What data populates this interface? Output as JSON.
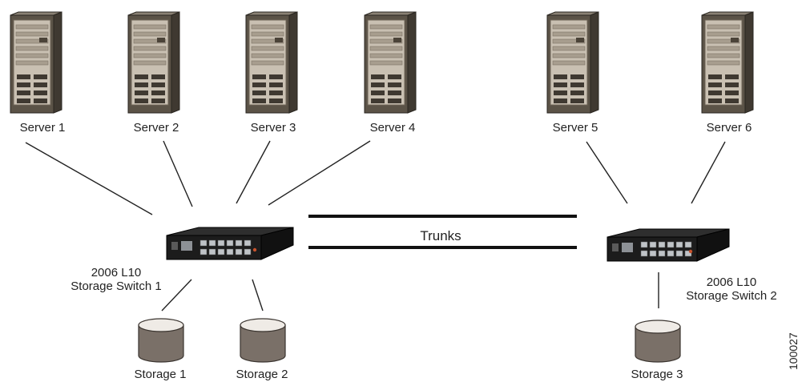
{
  "servers": [
    {
      "label": "Server 1"
    },
    {
      "label": "Server 2"
    },
    {
      "label": "Server 3"
    },
    {
      "label": "Server 4"
    },
    {
      "label": "Server 5"
    },
    {
      "label": "Server 6"
    }
  ],
  "switches": [
    {
      "label": "2006 L10\nStorage Switch 1"
    },
    {
      "label": "2006 L10\nStorage Switch 2"
    }
  ],
  "storage": [
    {
      "label": "Storage 1"
    },
    {
      "label": "Storage 2"
    },
    {
      "label": "Storage 3"
    }
  ],
  "trunks_label": "Trunks",
  "figure_id": "100027",
  "colors": {
    "server_body": "#5b5347",
    "server_front": "#c9c0b2",
    "switch_body": "#1c1c1c",
    "storage_body": "#7a7068",
    "line": "#222222"
  }
}
